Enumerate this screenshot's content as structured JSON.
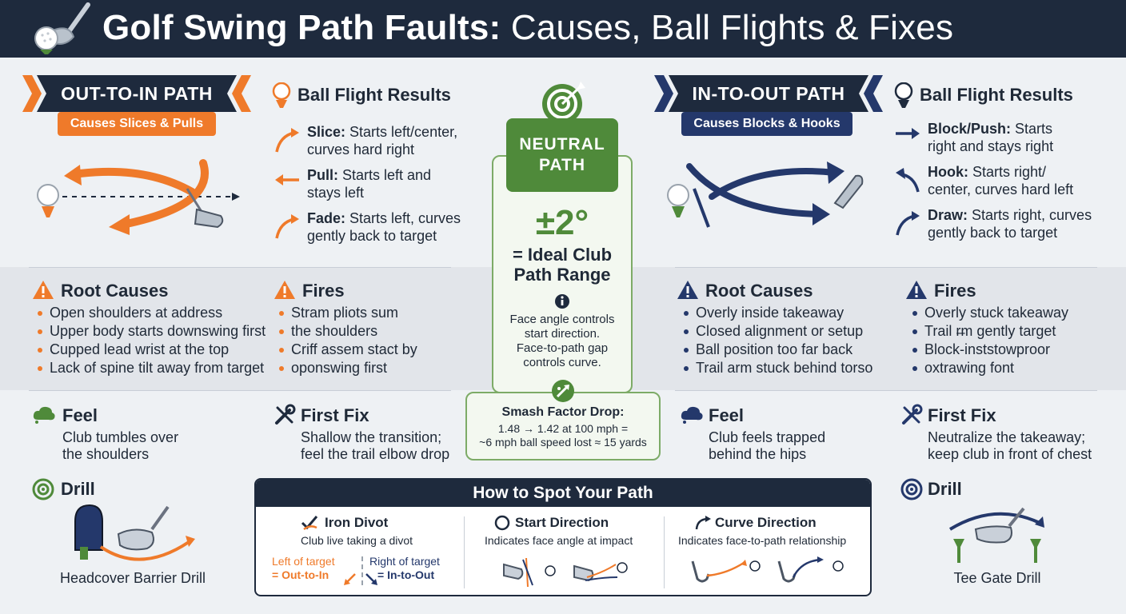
{
  "header": {
    "title_bold": "Golf Swing Path Faults:",
    "title_rest": " Causes, Ball Flights & Fixes"
  },
  "left": {
    "banner": "OUT-TO-IN PATH",
    "subtitle": "Causes Slices & Pulls",
    "ball_flight": {
      "title": "Ball Flight Results",
      "items": [
        {
          "name": "Slice:",
          "text": " Starts left/center,",
          "text2": "curves hard right"
        },
        {
          "name": "Pull:",
          "text": " Starts left and",
          "text2": "stays left"
        },
        {
          "name": "Fade:",
          "text": " Starts left, curves",
          "text2": "gently back to target"
        }
      ]
    },
    "root_causes": {
      "title": "Root Causes",
      "items": [
        "Open shoulders at address",
        "Upper body starts downswing first",
        "Cupped lead wrist at the top",
        "Lack of spine tilt away from target"
      ]
    },
    "fires": {
      "title": "Fires",
      "items": [
        "Stram pliots sum",
        "the shoulders",
        "Criff assem stact by",
        "oponswing first"
      ]
    },
    "feel": {
      "title": "Feel",
      "line1": "Club tumbles over",
      "line2": "the shoulders"
    },
    "first_fix": {
      "title": "First Fix",
      "line1": "Shallow the transition;",
      "line2": "feel the trail elbow drop"
    },
    "drill": {
      "title": "Drill",
      "caption": "Headcover Barrier Drill"
    }
  },
  "right": {
    "banner": "IN-TO-OUT PATH",
    "subtitle": "Causes Blocks & Hooks",
    "ball_flight": {
      "title": "Ball Flight Results",
      "items": [
        {
          "name": "Block/Push:",
          "text": " Starts",
          "text2": "right and stays right"
        },
        {
          "name": "Hook:",
          "text": " Starts right/",
          "text2": "center, curves hard left"
        },
        {
          "name": "Draw:",
          "text": " Starts right, curves",
          "text2": "gently back to target"
        }
      ]
    },
    "root_causes": {
      "title": "Root Causes",
      "items": [
        "Overly inside takeaway",
        "Closed alignment or setup",
        "Ball position too far back",
        "Trail arm stuck behind torso"
      ]
    },
    "fires": {
      "title": "Fires",
      "items": [
        "Overly  stuck takeaway",
        "Trail r̶m gently target",
        "Block-inststowproor",
        "oxtrawing font"
      ]
    },
    "feel": {
      "title": "Feel",
      "line1": "Club feels trapped",
      "line2": "behind the hips"
    },
    "first_fix": {
      "title": "First Fix",
      "line1": "Neutralize the takeaway;",
      "line2": "keep club in front of chest"
    },
    "drill": {
      "title": "Drill",
      "caption": "Tee Gate Drill"
    }
  },
  "neutral": {
    "title_line1": "NEUTRAL",
    "title_line2": "PATH",
    "value": "±2°",
    "sub_line1": "= Ideal Club",
    "sub_line2": "Path Range",
    "desc_line1": "Face angle controls",
    "desc_line2": "start direction.",
    "desc_line3": "Face-to-path gap",
    "desc_line4": "controls curve.",
    "smash_title": "Smash Factor Drop:",
    "smash_line1": "1.48 → 1.42 at 100 mph =",
    "smash_line2": "~6 mph ball speed lost ≈ 15 yards"
  },
  "spot": {
    "title": "How to Spot Your Path",
    "divot": {
      "title": "Iron Divot",
      "desc": "Club live taking a divot",
      "left_label": "Left of target",
      "left_value": "= Out-to-In",
      "right_label": "Right of target",
      "right_value": "= In-to-Out"
    },
    "start": {
      "title": "Start Direction",
      "desc": "Indicates face angle at impact"
    },
    "curve": {
      "title": "Curve Direction",
      "desc": "Indicates face-to-path relationship"
    }
  },
  "colors": {
    "orange": "#ef7a2a",
    "navy": "#24386b",
    "green": "#4f8a3a",
    "dark": "#1e2a3d"
  }
}
